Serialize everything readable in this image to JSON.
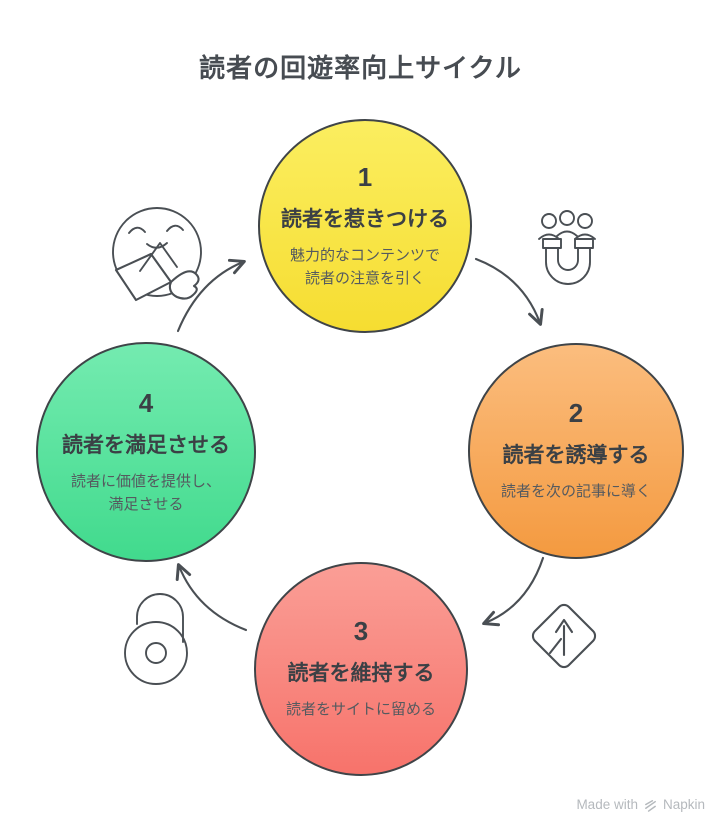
{
  "diagram": {
    "title": "読者の回遊率向上サイクル",
    "type": "cycle",
    "steps": [
      {
        "number": "1",
        "title": "読者を惹きつける",
        "description": "魅力的なコンテンツで\n読者の注意を引く",
        "color_top": "#fbee60",
        "color_bottom": "#f6dd31",
        "position": "top"
      },
      {
        "number": "2",
        "title": "読者を誘導する",
        "description": "読者を次の記事に導く",
        "color_top": "#fbbd7e",
        "color_bottom": "#f49a40",
        "position": "right"
      },
      {
        "number": "3",
        "title": "読者を維持する",
        "description": "読者をサイトに留める",
        "color_top": "#fa9e96",
        "color_bottom": "#f7736b",
        "position": "bottom"
      },
      {
        "number": "4",
        "title": "読者を満足させる",
        "description": "読者に価値を提供し、\n満足させる",
        "color_top": "#74ebb0",
        "color_bottom": "#41da8d",
        "position": "left"
      }
    ],
    "icons": [
      {
        "name": "happy-reader-icon",
        "position": "top-left"
      },
      {
        "name": "magnet-audience-icon",
        "position": "top-right"
      },
      {
        "name": "merge-sign-icon",
        "position": "bottom-right"
      },
      {
        "name": "open-lock-icon",
        "position": "bottom-left"
      }
    ],
    "colors": {
      "outline": "#3f4448",
      "arrow": "#4a4f54",
      "title_text": "#474c52",
      "step_text": "#3b4045",
      "desc_text": "#555a5f",
      "background": "#ffffff"
    }
  },
  "watermark": {
    "prefix": "Made with",
    "brand": "Napkin"
  }
}
